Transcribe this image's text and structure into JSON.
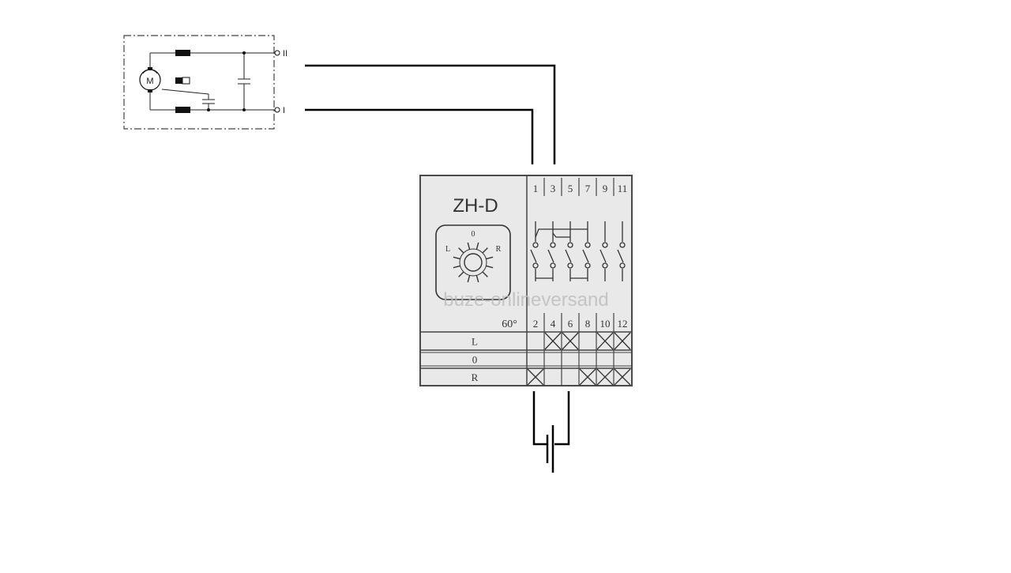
{
  "motor": {
    "motor_label": "M",
    "terminal_upper": "II",
    "terminal_lower": "I"
  },
  "switch": {
    "title": "ZH-D",
    "angle": "60°",
    "dial": {
      "top": "0",
      "left": "L",
      "right": "R"
    },
    "top_terminals": [
      "1",
      "3",
      "5",
      "7",
      "9",
      "11"
    ],
    "bottom_terminals": [
      "2",
      "4",
      "6",
      "8",
      "10",
      "12"
    ],
    "positions": [
      {
        "label": "L",
        "closed": [
          false,
          true,
          true,
          false,
          true,
          true
        ]
      },
      {
        "label": "0",
        "closed": [
          false,
          false,
          false,
          false,
          false,
          false
        ]
      },
      {
        "label": "R",
        "closed": [
          true,
          false,
          false,
          true,
          true,
          true
        ]
      }
    ],
    "watermark": "buze-onlineversand"
  }
}
